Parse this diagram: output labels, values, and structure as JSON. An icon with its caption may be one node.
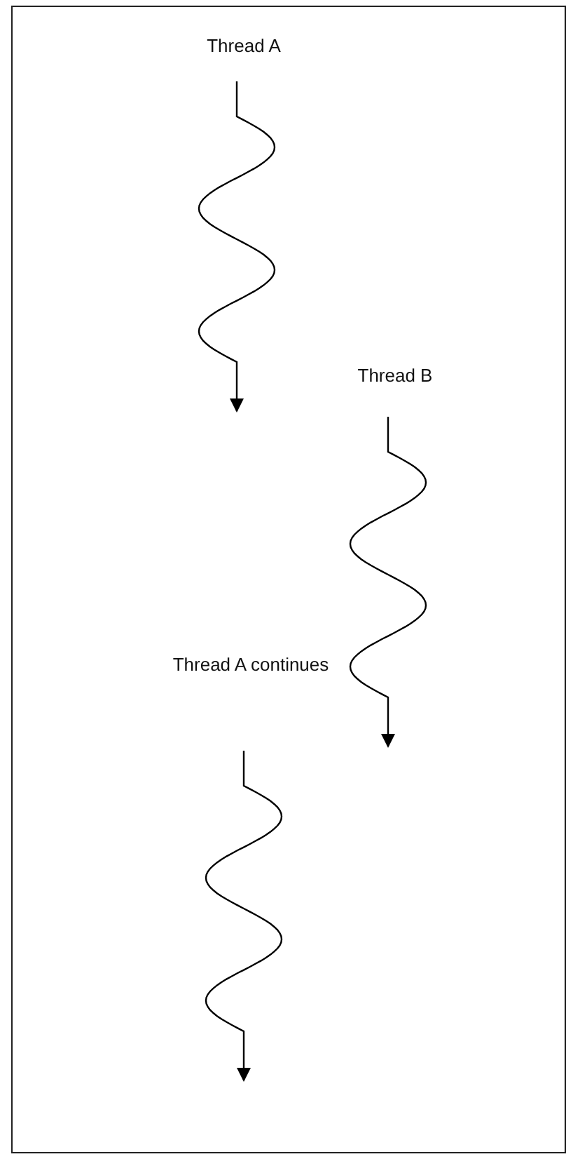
{
  "diagram": {
    "nodes": [
      {
        "text": [],
        "shape": "box"
      },
      {
        "text": [
          "Thread A"
        ],
        "in": 0
      },
      {
        "text": [
          "Thread B"
        ],
        "in": 0
      },
      {
        "text": [
          "Thread A continues"
        ],
        "in": 0
      }
    ],
    "edges": [
      {
        "from": 1,
        "to": null,
        "arrow": "to"
      },
      {
        "from": 2,
        "to": null,
        "arrow": "to"
      },
      {
        "from": 3,
        "to": null,
        "arrow": "to"
      }
    ]
  }
}
